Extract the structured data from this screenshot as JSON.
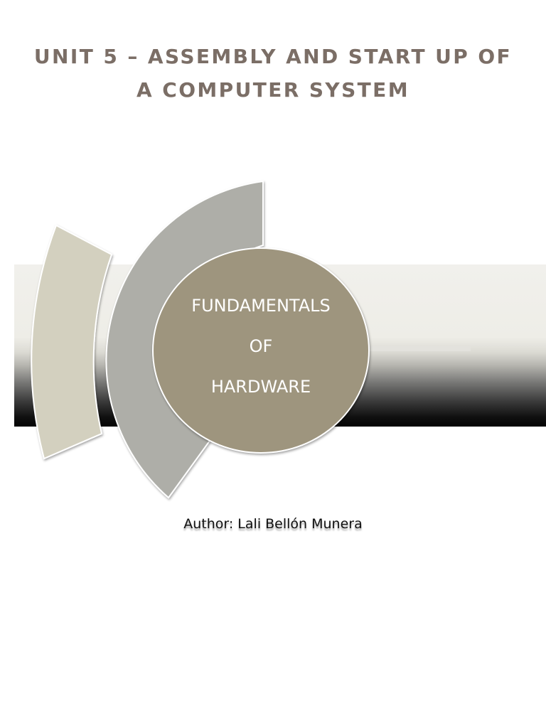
{
  "document": {
    "title_line_1": "UNIT 5 – ASSEMBLY AND START UP OF",
    "title_line_2": "A COMPUTER SYSTEM",
    "circle_lines": [
      "FUNDAMENTALS",
      "OF",
      "HARDWARE"
    ],
    "author": "Author: Lali Bellón Munera"
  },
  "colors": {
    "title": "#7b6e66",
    "outer_arc": "#d3d0bf",
    "middle_arc": "#aeaea8",
    "circle": "#9e957e",
    "circle_text": "#ffffff",
    "band_light": "#f1f0ec",
    "band_dark": "#050505"
  }
}
